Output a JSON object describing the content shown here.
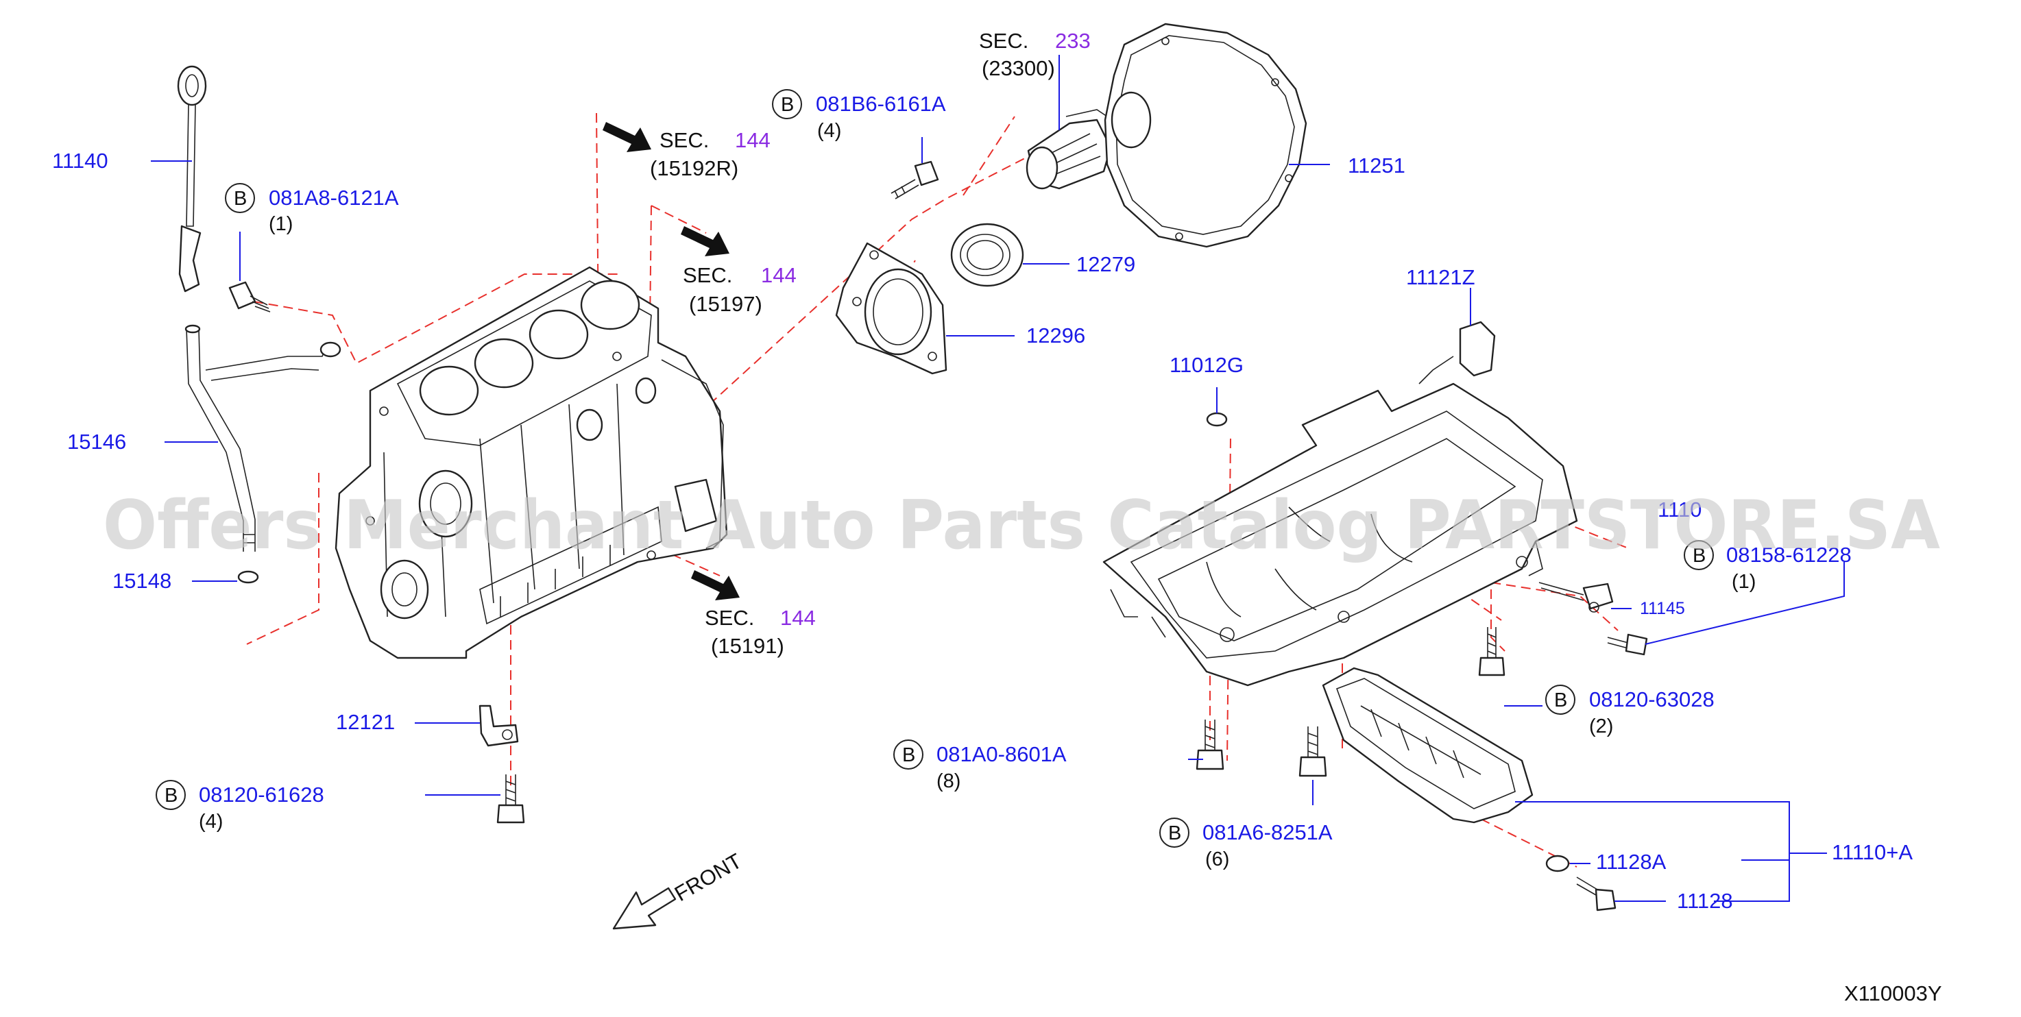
{
  "diagram": {
    "code": "X110003Y",
    "watermark": "Offers Merchant Auto Parts Catalog PARTSTORE.SA",
    "front_label": "FRONT",
    "bolt_badge": "B",
    "sec_prefix": "SEC."
  },
  "parts": {
    "p11140": "11140",
    "p15146": "15146",
    "p15148": "15148",
    "p12121": "12121",
    "p11251": "11251",
    "p12279": "12279",
    "p12296": "12296",
    "p11121z": "11121Z",
    "p11012g": "11012G",
    "p1110": "1110",
    "p11145": "11145",
    "p11128a": "11128A",
    "p11128": "11128",
    "p11110a": "11110+A"
  },
  "bolts": {
    "b1": {
      "pn": "081A8-6121A",
      "qty": "(1)"
    },
    "b2": {
      "pn": "081B6-6161A",
      "qty": "(4)"
    },
    "b3": {
      "pn": "08120-61628",
      "qty": "(4)"
    },
    "b4": {
      "pn": "081A0-8601A",
      "qty": "(8)"
    },
    "b5": {
      "pn": "081A6-8251A",
      "qty": "(6)"
    },
    "b6": {
      "pn": "08120-63028",
      "qty": "(2)"
    },
    "b7": {
      "pn": "08158-61228",
      "qty": "(1)"
    }
  },
  "sections": {
    "s1": {
      "num": "233",
      "ref": "(23300)"
    },
    "s2": {
      "num": "144",
      "ref": "(15192R)"
    },
    "s3": {
      "num": "144",
      "ref": "(15197)"
    },
    "s4": {
      "num": "144",
      "ref": "(15191)"
    }
  },
  "colors": {
    "part_number": "#1a1ae6",
    "section_number": "#8a2be2",
    "dashed_line": "#e8302c"
  }
}
